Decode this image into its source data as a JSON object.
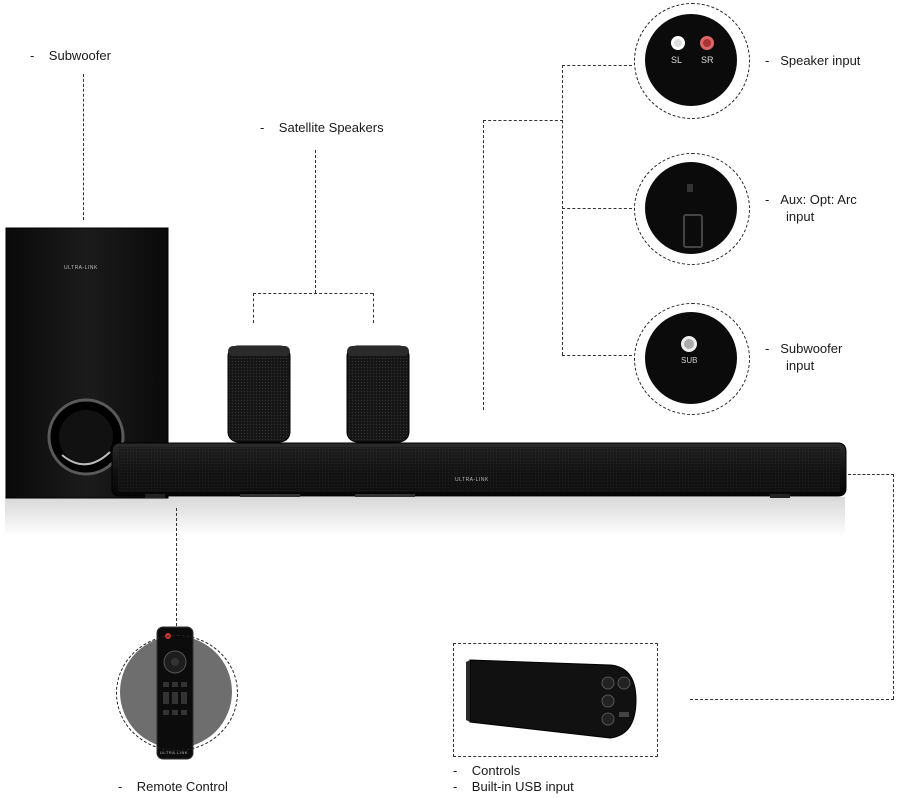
{
  "labels": {
    "subwoofer": "Subwoofer",
    "satellite": "Satellite Speakers",
    "speaker_input": "Speaker input",
    "aux_line1": "Aux: Opt: Arc",
    "aux_line2": "input",
    "sub_input_line1": "Subwoofer",
    "sub_input_line2": "input",
    "remote": "Remote Control",
    "controls": "Controls",
    "usb": "Built-in USB input"
  },
  "bullet": "-",
  "port_labels": {
    "sl": "SL",
    "sr": "SR",
    "sub": "SUB"
  },
  "brand": "ULTRA-LINK"
}
